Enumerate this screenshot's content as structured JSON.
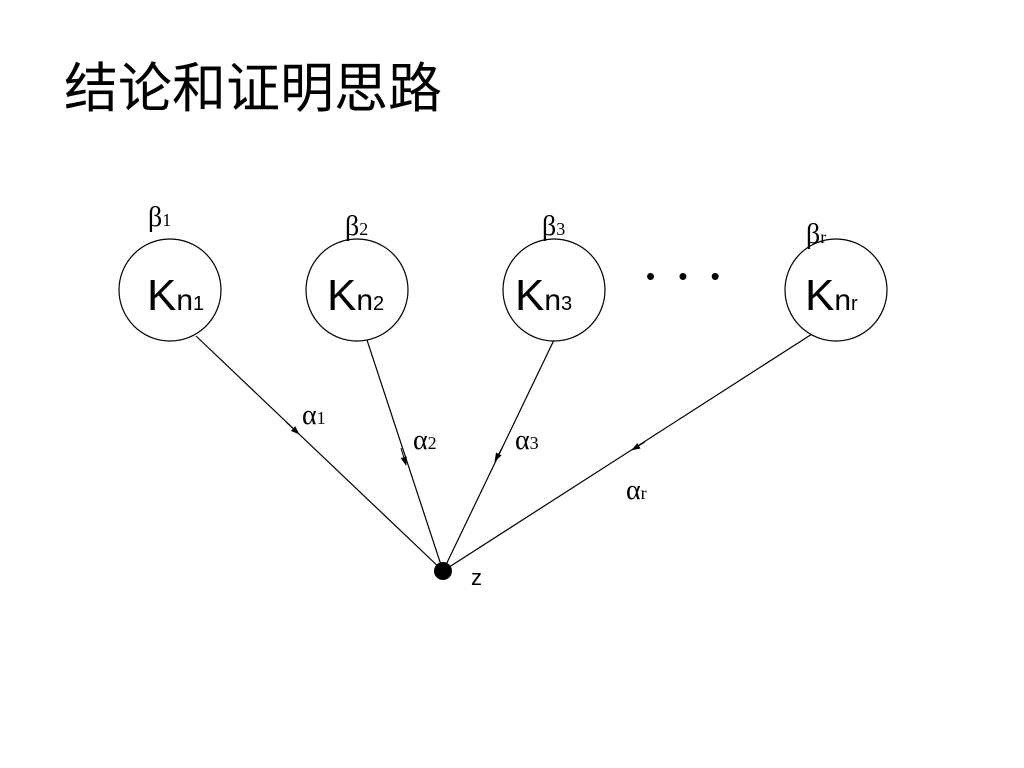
{
  "title": "结论和证明思路",
  "nodes": [
    {
      "main": "K",
      "sub": "n",
      "subsub": "1",
      "beta": "β",
      "beta_sub": "1"
    },
    {
      "main": "K",
      "sub": "n",
      "subsub": "2",
      "beta": "β",
      "beta_sub": "2"
    },
    {
      "main": "K",
      "sub": "n",
      "subsub": "3",
      "beta": "β",
      "beta_sub": "3"
    },
    {
      "main": "K",
      "sub": "n",
      "subsub": "r",
      "beta": "β",
      "beta_sub": "r"
    }
  ],
  "edges": [
    {
      "alpha": "α",
      "alpha_sub": "1"
    },
    {
      "alpha": "α",
      "alpha_sub": "2"
    },
    {
      "alpha": "α",
      "alpha_sub": "3"
    },
    {
      "alpha": "α",
      "alpha_sub": "r"
    }
  ],
  "center_label": "z",
  "ellipsis": "• • •",
  "colors": {
    "stroke": "#000000",
    "background": "#ffffff"
  }
}
